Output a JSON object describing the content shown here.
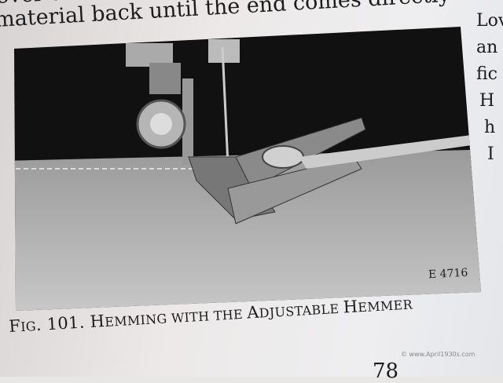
{
  "text_lines": [
    "over the",
    "material back until the end comes directly"
  ],
  "side_fragments": [
    "Lov",
    "an",
    "fic",
    "H",
    "h",
    "I"
  ],
  "figure": {
    "code": "E 4716"
  },
  "caption": {
    "prefix": "F",
    "prefix_sc": "IG",
    "number": ". 101. ",
    "w1": "H",
    "w1sc": "EMMING WITH THE ",
    "w2": "A",
    "w2sc": "DJUSTABLE ",
    "w3": "H",
    "w3sc": "EMMER"
  },
  "credit": "© www.April1930s.com",
  "page_number": "78"
}
